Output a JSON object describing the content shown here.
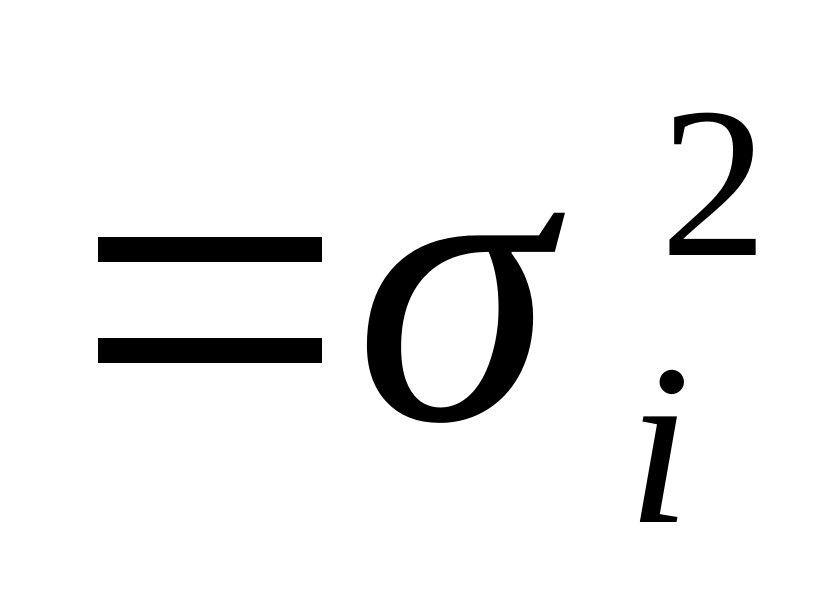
{
  "formula": {
    "operator": "=",
    "symbol": "σ",
    "superscript": "2",
    "subscript": "i"
  }
}
